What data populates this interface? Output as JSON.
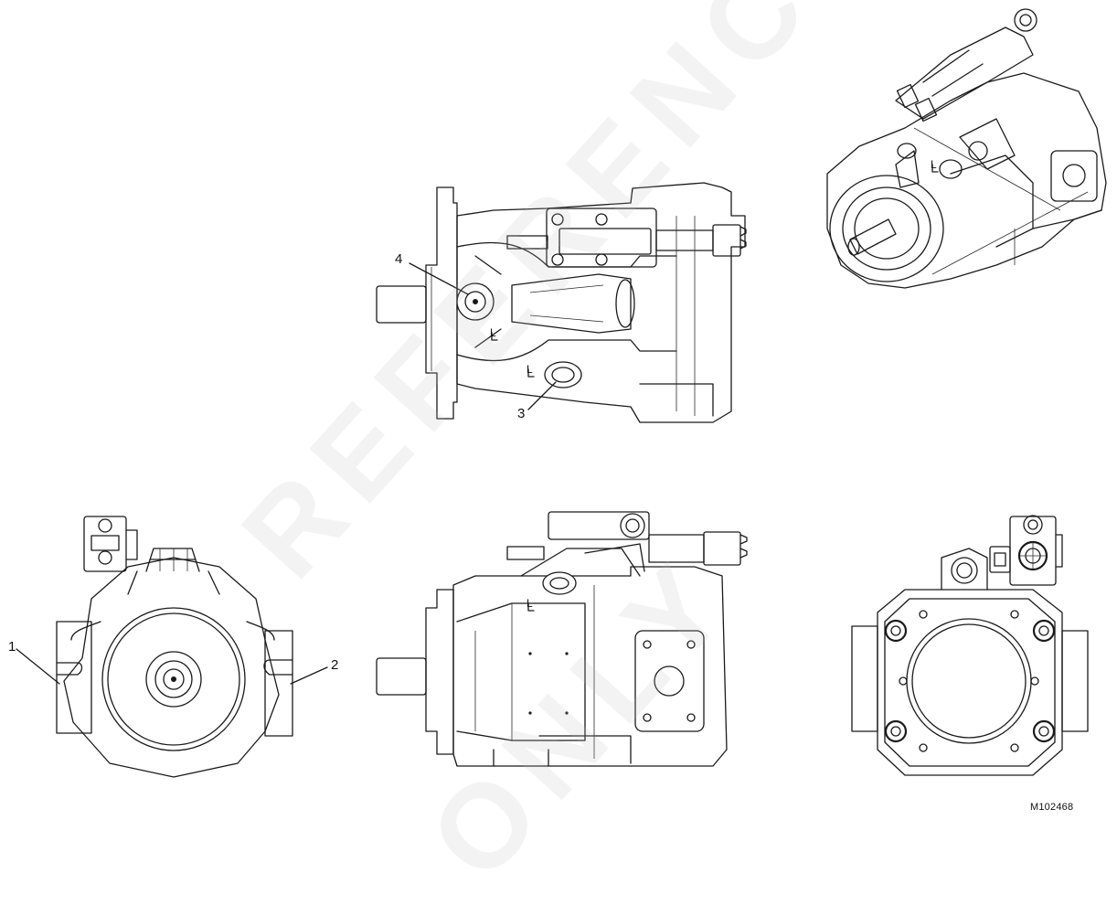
{
  "callouts": [
    {
      "id": "1",
      "label": "1"
    },
    {
      "id": "2",
      "label": "2"
    },
    {
      "id": "3",
      "label": "3"
    },
    {
      "id": "4",
      "label": "4"
    }
  ],
  "port_letter": "L",
  "figure_id": "M102468",
  "watermark": {
    "line1": "REFERENCE",
    "line2": "ONLY"
  },
  "colors": {
    "line": "#1a1a1a",
    "background": "#ffffff",
    "watermark": "#bebebe"
  }
}
